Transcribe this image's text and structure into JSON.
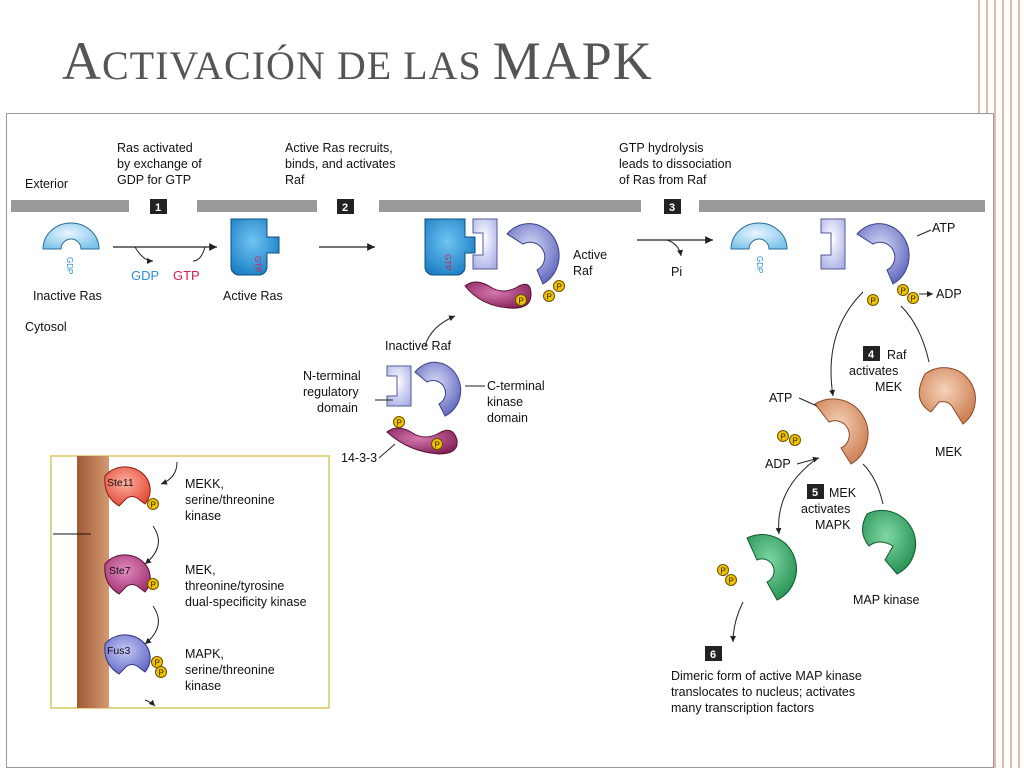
{
  "slide": {
    "title_first": "A",
    "title_rest": "CTIVACIÓN DE LAS ",
    "title_end": "MAPK",
    "accent_color": "#e8b9a5"
  },
  "diagram": {
    "exterior": "Exterior",
    "cytosol": "Cytosol",
    "step1_text": [
      "Ras activated",
      "by exchange of",
      "GDP for GTP"
    ],
    "step2_text": [
      "Active Ras recruits,",
      "binds, and activates",
      "Raf"
    ],
    "step3_text": [
      "GTP hydrolysis",
      "leads to dissociation",
      "of Ras from Raf"
    ],
    "step_numbers": [
      "1",
      "2",
      "3",
      "4",
      "5",
      "6"
    ],
    "inactive_ras": "Inactive Ras",
    "active_ras": "Active Ras",
    "gdp": "GDP",
    "gtp": "GTP",
    "gdp_vertical": "GDP",
    "gtp_vertical": "GTP",
    "active_raf": [
      "Active",
      "Raf"
    ],
    "pi": "Pi",
    "atp": "ATP",
    "adp": "ADP",
    "inactive_raf": "Inactive Raf",
    "n_terminal": [
      "N-terminal",
      "regulatory",
      "domain"
    ],
    "c_terminal": [
      "C-terminal",
      "kinase",
      "domain"
    ],
    "protein_1433": "14-3-3",
    "raf_activates_mek": [
      "Raf",
      "activates",
      "MEK"
    ],
    "mek": "MEK",
    "mek_activates_mapk": [
      "MEK",
      "activates",
      "MAPK"
    ],
    "map_kinase": "MAP kinase",
    "dimer_text": [
      "Dimeric form of active MAP kinase",
      "translocates to nucleus; activates",
      "many transcription factors"
    ],
    "p_label": "P",
    "inset": {
      "ste11": "Ste11",
      "ste7": "Ste7",
      "fus3": "Fus3",
      "mekk": [
        "MEKK,",
        "serine/threonine",
        "kinase"
      ],
      "mek": [
        "MEK,",
        "threonine/tyrosine",
        "dual-specificity kinase"
      ],
      "mapk": [
        "MAPK,",
        "serine/threonine",
        "kinase"
      ]
    }
  }
}
